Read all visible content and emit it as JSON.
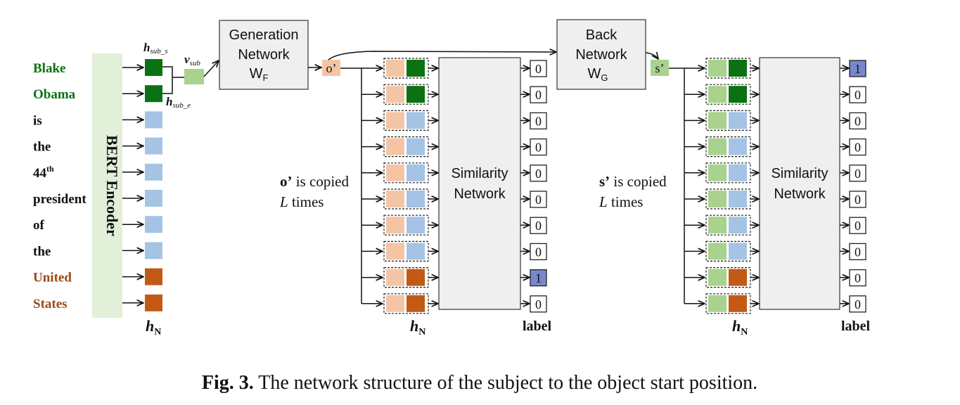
{
  "colors": {
    "subject_dark_green": "#0a7212",
    "light_blue": "#a5c3e4",
    "object_orange": "#c25a16",
    "peach": "#f4c5a5",
    "light_green": "#a8d28e",
    "bert_bg": "#e2efd9",
    "box_gray": "#efefef",
    "label_blue": "#7788cc"
  },
  "tokens": [
    {
      "text": "Blake",
      "role": "subject"
    },
    {
      "text": "Obama",
      "role": "subject"
    },
    {
      "text": "is",
      "role": "other"
    },
    {
      "text": "the",
      "role": "other"
    },
    {
      "text": "44",
      "sup": "th",
      "role": "other"
    },
    {
      "text": "president",
      "role": "other"
    },
    {
      "text": "of",
      "role": "other"
    },
    {
      "text": "the",
      "role": "other"
    },
    {
      "text": "United",
      "role": "object"
    },
    {
      "text": "States",
      "role": "object"
    }
  ],
  "encoder": {
    "label": "BERT Encoder"
  },
  "h_sub_s": {
    "main": "h",
    "sub": "sub_s"
  },
  "h_sub_e": {
    "main": "h",
    "sub": "sub_e"
  },
  "v_sub": {
    "main": "v",
    "sub": "sub"
  },
  "generation_network": {
    "line1": "Generation",
    "line2": "Network",
    "line3_main": "W",
    "line3_sub": "F"
  },
  "back_network": {
    "line1": "Back",
    "line2": "Network",
    "line3_main": "W",
    "line3_sub": "G"
  },
  "o_prime": "o’",
  "s_prime": "s’",
  "similarity_network": {
    "line1": "Similarity",
    "line2": "Network"
  },
  "copy_note_o": {
    "bold": "o’",
    "rest": " is copied",
    "line2_var": "L",
    "line2_rest": "  times"
  },
  "copy_note_s": {
    "bold": "s’",
    "rest": " is copied",
    "line2_var": "L",
    "line2_rest": "  times"
  },
  "h_n": {
    "main": "h",
    "sub": "N"
  },
  "label_header": "label",
  "labels_left": [
    "0",
    "0",
    "0",
    "0",
    "0",
    "0",
    "0",
    "0",
    "1",
    "0"
  ],
  "labels_right": [
    "1",
    "0",
    "0",
    "0",
    "0",
    "0",
    "0",
    "0",
    "0",
    "0"
  ],
  "caption": {
    "prefix": "Fig. 3.",
    "text": " The network structure of the subject to the object start position."
  }
}
